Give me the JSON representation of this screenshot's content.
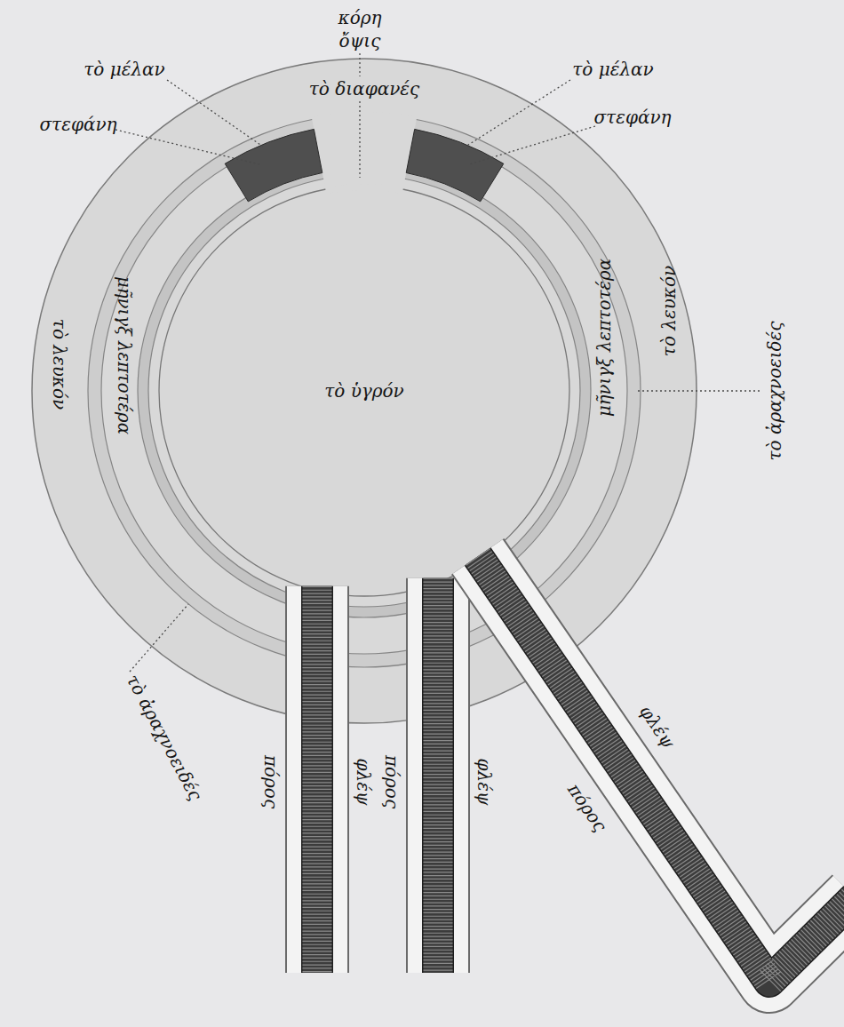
{
  "diagram": {
    "nodes": [
      {
        "text": [
          "τὸ διαφανές",
          "τὸ λευκόν",
          "τὸ λευκόν"
        ]
      },
      {
        "text": [
          "μῆνιγξ λεπτοτέρα",
          "μῆνιγξ λεπτοτέρα"
        ],
        "in": 0
      },
      {
        "text": [
          "τὸ ὑγρόν"
        ],
        "in": 1
      }
    ],
    "labels": [
      "κόρη",
      "ὄψις",
      "τὸ μέλαν",
      "στεφάνη",
      "τὸ μέλαν",
      "στεφάνη",
      "τὸ ἀραχνοειδές",
      "τὸ ἀραχνοειδές",
      "πόρος",
      "φλέψ",
      "πόρος",
      "φλέψ",
      "πόρος",
      "φλέψ"
    ]
  }
}
